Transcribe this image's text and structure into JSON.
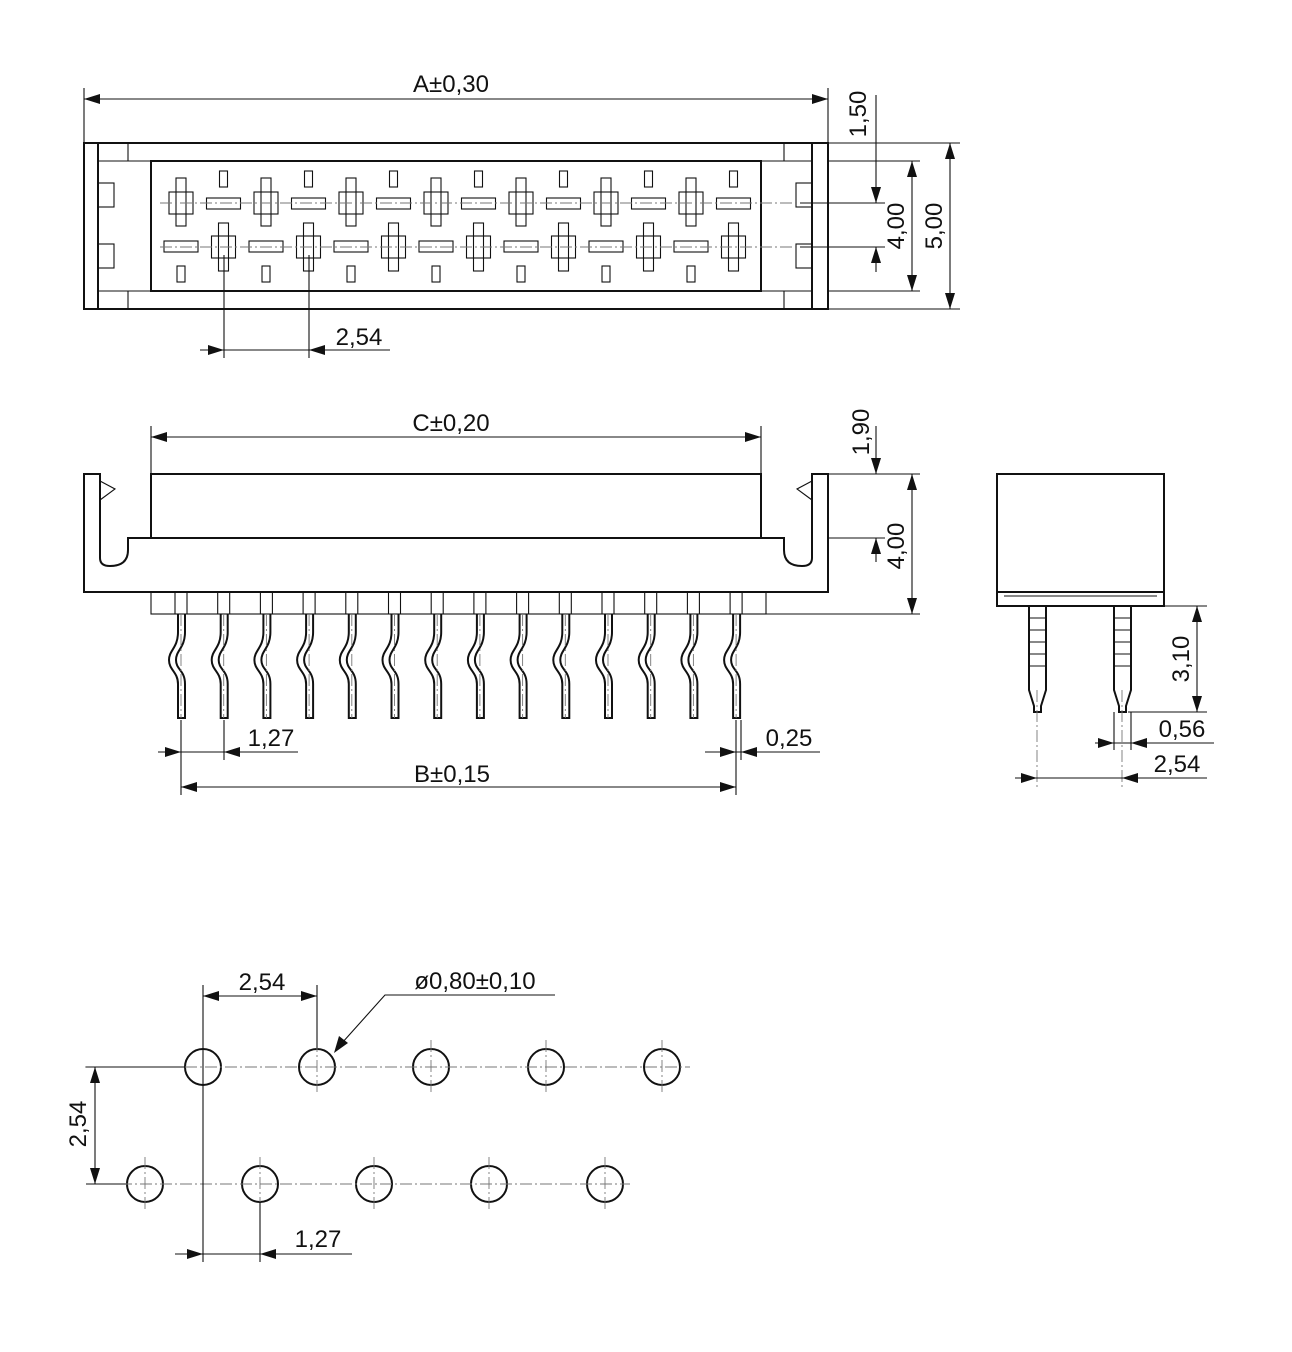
{
  "top_view": {
    "width_dim": "A±0,30",
    "wall_dim": "1,50",
    "row_span_dim": "4,00",
    "height_dim": "5,00",
    "pitch_dim": "2,54"
  },
  "side_view": {
    "width_dim": "C±0,20",
    "top_offset_dim": "1,90",
    "height_dim": "4,00",
    "half_pitch_dim": "1,27",
    "pin_thickness_dim": "0,25",
    "pin_span_dim": "B±0,15"
  },
  "end_view": {
    "pin_length_dim": "3,10",
    "pin_width_dim": "0,56",
    "row_pitch_dim": "2,54"
  },
  "footprint": {
    "pitch_dim": "2,54",
    "hole_dim": "ø0,80±0,10",
    "row_pitch_dim": "2,54",
    "offset_dim": "1,27"
  }
}
